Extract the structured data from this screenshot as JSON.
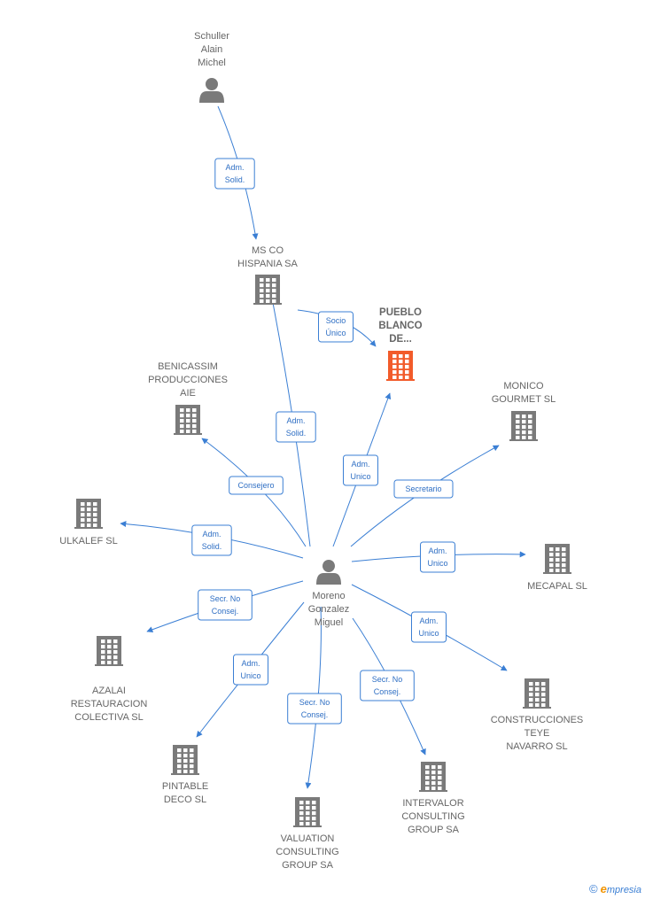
{
  "colors": {
    "accent": "#3b7fd4",
    "node": "#7a7a7a",
    "focus": "#f25b2a"
  },
  "nodes": [
    {
      "id": "schuller",
      "kind": "person",
      "label": [
        "Schuller",
        "Alain",
        "Michel"
      ]
    },
    {
      "id": "msco",
      "kind": "company",
      "label": [
        "MS CO",
        "HISPANIA SA"
      ]
    },
    {
      "id": "pueblo",
      "kind": "company",
      "focus": true,
      "label": [
        "PUEBLO",
        "BLANCO",
        "DE..."
      ]
    },
    {
      "id": "benicassim",
      "kind": "company",
      "label": [
        "BENICASSIM",
        "PRODUCCIONES",
        "AIE"
      ]
    },
    {
      "id": "monico",
      "kind": "company",
      "label": [
        "MONICO",
        "GOURMET SL"
      ]
    },
    {
      "id": "ulkalef",
      "kind": "company",
      "label": [
        "ULKALEF  SL"
      ]
    },
    {
      "id": "moreno",
      "kind": "person",
      "label": [
        "Moreno",
        "Gonzalez",
        "Miguel"
      ]
    },
    {
      "id": "mecapal",
      "kind": "company",
      "label": [
        "MECAPAL SL"
      ]
    },
    {
      "id": "azalai",
      "kind": "company",
      "label": [
        "AZALAI",
        "RESTAURACION",
        "COLECTIVA  SL"
      ]
    },
    {
      "id": "construcciones",
      "kind": "company",
      "label": [
        "CONSTRUCCIONES",
        "TEYE",
        "NAVARRO SL"
      ]
    },
    {
      "id": "pintable",
      "kind": "company",
      "label": [
        "PINTABLE",
        "DECO  SL"
      ]
    },
    {
      "id": "valuation",
      "kind": "company",
      "label": [
        "VALUATION",
        "CONSULTING",
        "GROUP SA"
      ]
    },
    {
      "id": "intervalor",
      "kind": "company",
      "label": [
        "INTERVALOR",
        "CONSULTING",
        "GROUP SA"
      ]
    }
  ],
  "edges": [
    {
      "from": "schuller",
      "to": "msco",
      "label": [
        "Adm.",
        "Solid."
      ]
    },
    {
      "from": "msco",
      "to": "pueblo",
      "label": [
        "Socio",
        "Único"
      ]
    },
    {
      "from": "moreno",
      "to": "msco",
      "label": [
        "Adm.",
        "Solid."
      ]
    },
    {
      "from": "moreno",
      "to": "pueblo",
      "label": [
        "Adm.",
        "Unico"
      ]
    },
    {
      "from": "moreno",
      "to": "benicassim",
      "label": [
        "Consejero"
      ]
    },
    {
      "from": "moreno",
      "to": "monico",
      "label": [
        "Secretario"
      ]
    },
    {
      "from": "moreno",
      "to": "ulkalef",
      "label": [
        "Adm.",
        "Solid."
      ]
    },
    {
      "from": "moreno",
      "to": "mecapal",
      "label": [
        "Adm.",
        "Unico"
      ]
    },
    {
      "from": "moreno",
      "to": "azalai",
      "label": [
        "Secr.  No",
        "Consej."
      ]
    },
    {
      "from": "moreno",
      "to": "construcciones",
      "label": [
        "Adm.",
        "Unico"
      ]
    },
    {
      "from": "moreno",
      "to": "pintable",
      "label": [
        "Adm.",
        "Unico"
      ]
    },
    {
      "from": "moreno",
      "to": "valuation",
      "label": [
        "Secr.  No",
        "Consej."
      ]
    },
    {
      "from": "moreno",
      "to": "intervalor",
      "label": [
        "Secr.  No",
        "Consej."
      ]
    }
  ],
  "watermark": {
    "copyright": "©",
    "brand_initial": "e",
    "brand_rest": "mpresia"
  }
}
